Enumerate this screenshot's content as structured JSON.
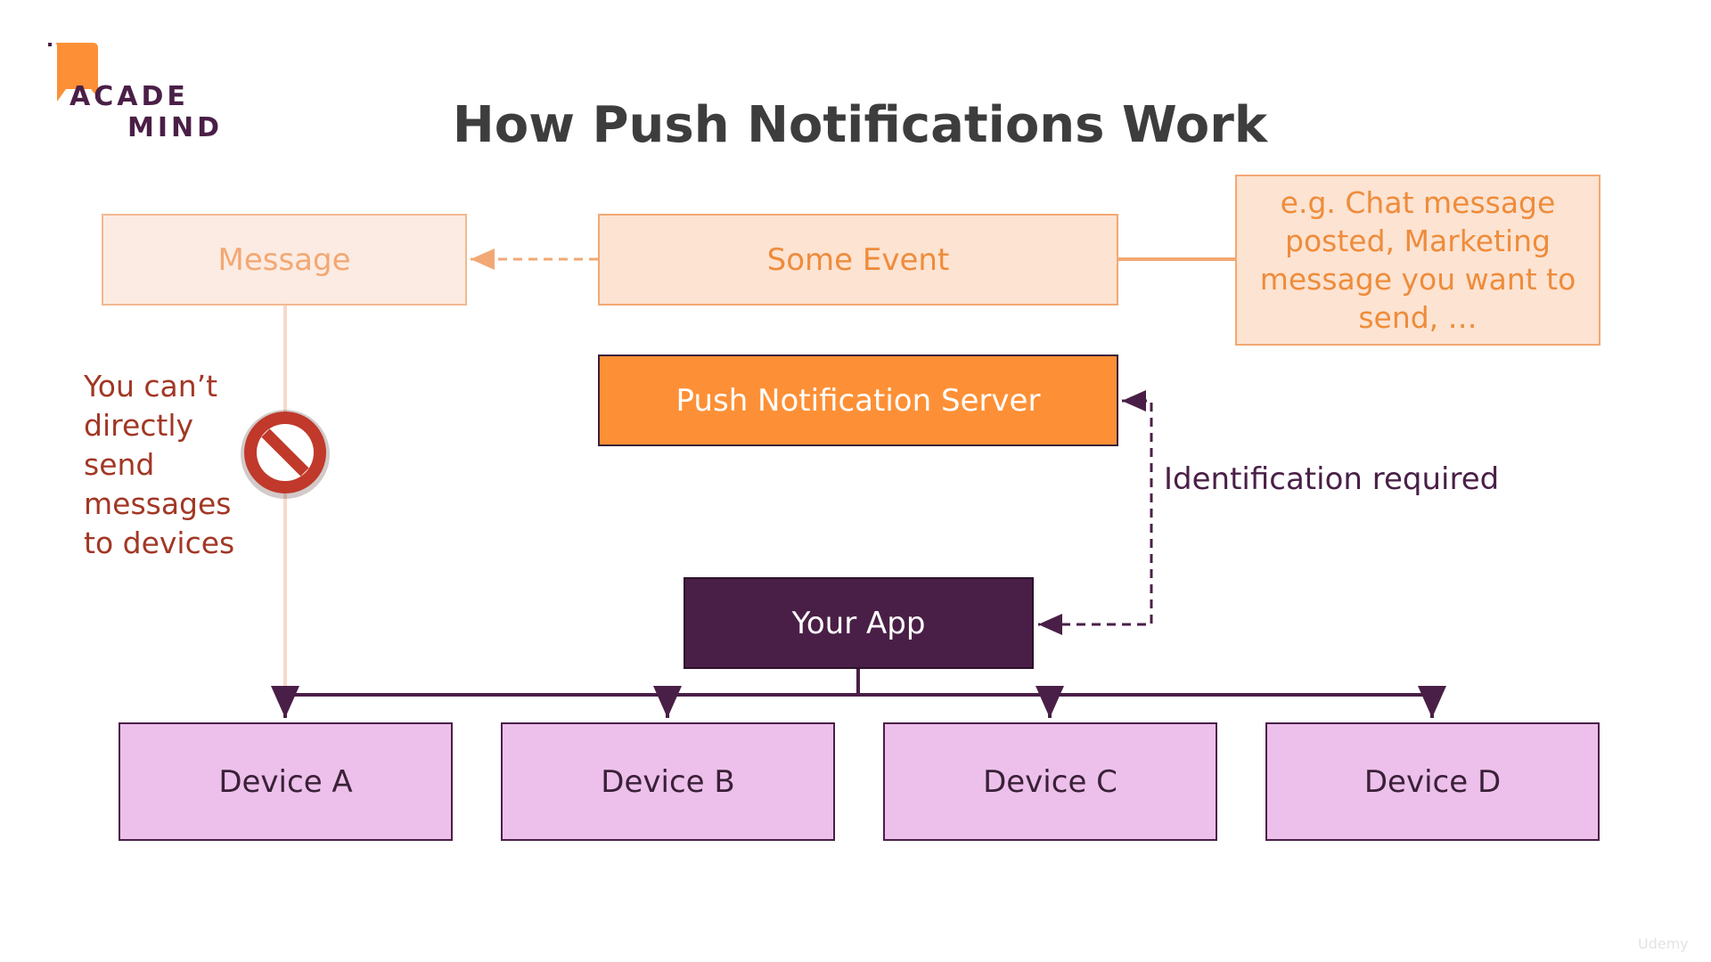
{
  "logo": {
    "line1": "ACADE",
    "line2": "MIND"
  },
  "title": "How Push Notifications Work",
  "nodes": {
    "message": "Message",
    "some_event": "Some Event",
    "event_example": "e.g. Chat message posted, Marketing message you want to send, …",
    "push_server": "Push Notification Server",
    "your_app": "Your App",
    "devices": [
      "Device A",
      "Device B",
      "Device C",
      "Device D"
    ]
  },
  "warning_text": "You can’t directly send messages to devices",
  "identification_label": "Identification required",
  "watermark": "Udemy",
  "icons": [
    "logo-bookmark-icon",
    "no-entry-icon"
  ],
  "colors": {
    "title": "#3d3d3d",
    "accent_orange": "#fd9036",
    "light_orange": "#fde3d2",
    "purple": "#4a1f47",
    "device_pink": "#ecc0ea",
    "warning_red": "#a23725",
    "no_icon_red": "#c0392b"
  }
}
